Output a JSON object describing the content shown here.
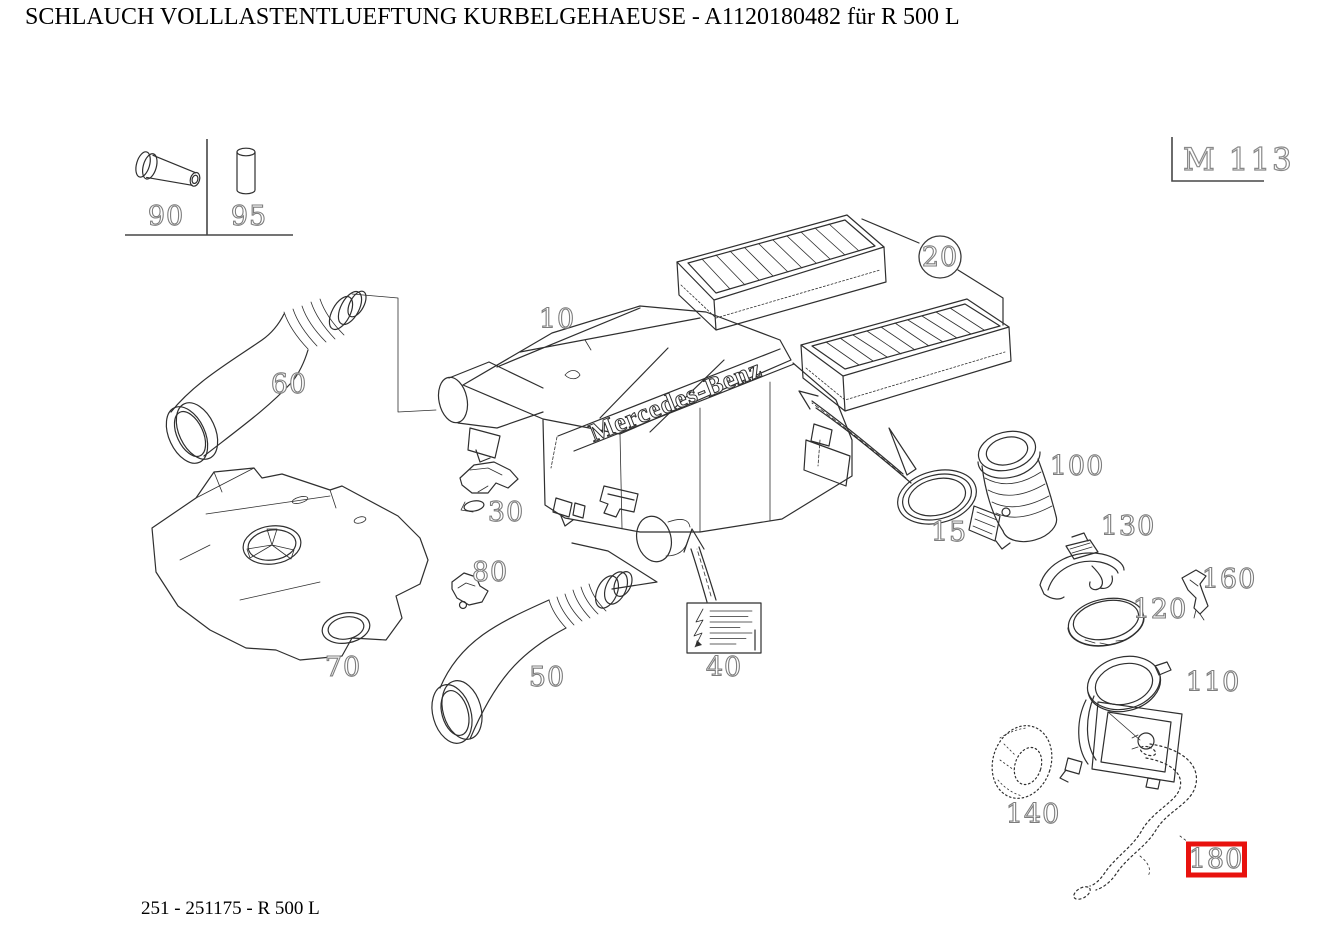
{
  "header": {
    "title": "SCHLAUCH VOLLLASTENTLUEFTUNG KURBELGEHAEUSE - A1120180482 für R 500 L"
  },
  "footer": {
    "caption": "251 - 251175 - R 500 L"
  },
  "engine": {
    "code": "M 113"
  },
  "brand": {
    "lettering": "Mercedes-Benz"
  },
  "colors": {
    "line": "#2f2f2f",
    "callout_outline": "#7d7d7d",
    "highlight_red": "#e8120e",
    "background": "#ffffff"
  },
  "highlighted_part": "180",
  "circled_part": "20",
  "parts": {
    "p10": {
      "num": "10"
    },
    "p15": {
      "num": "15"
    },
    "p20": {
      "num": "20"
    },
    "p30": {
      "num": "30"
    },
    "p40": {
      "num": "40"
    },
    "p50": {
      "num": "50"
    },
    "p60": {
      "num": "60"
    },
    "p70": {
      "num": "70"
    },
    "p80": {
      "num": "80"
    },
    "p90": {
      "num": "90"
    },
    "p95": {
      "num": "95"
    },
    "p100": {
      "num": "100"
    },
    "p110": {
      "num": "110"
    },
    "p120": {
      "num": "120"
    },
    "p130": {
      "num": "130"
    },
    "p140": {
      "num": "140"
    },
    "p160": {
      "num": "160"
    },
    "p180": {
      "num": "180"
    }
  }
}
